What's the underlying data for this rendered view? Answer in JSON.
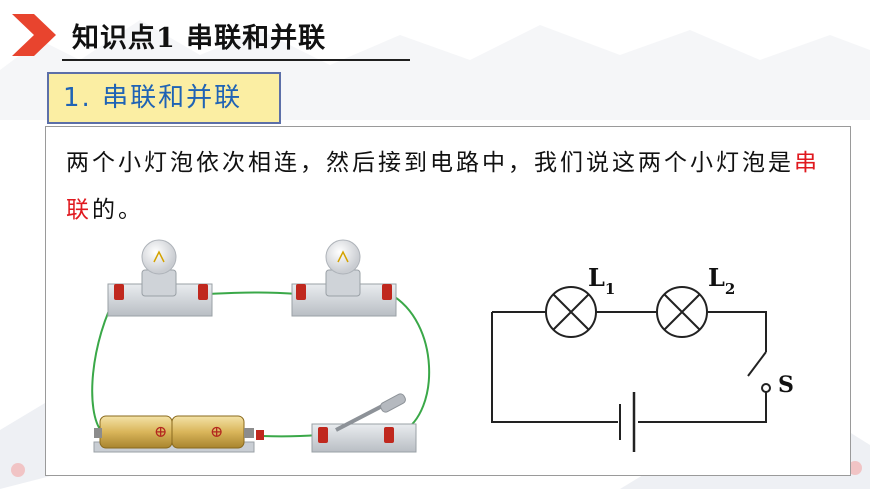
{
  "header": {
    "title": "知识点1  串联和并联"
  },
  "section": {
    "label": "1. 串联和并联"
  },
  "paragraph": {
    "before": "两个小灯泡依次相连，然后接到电路中，我们说这两个小灯泡是",
    "highlight": "串联",
    "after": "的。"
  },
  "schematic": {
    "lamp1": {
      "letter": "L",
      "sub": "1"
    },
    "lamp2": {
      "letter": "L",
      "sub": "2"
    },
    "switch_label": "S"
  },
  "battery_symbols": [
    "⊕",
    "⊕"
  ],
  "colors": {
    "accent_arrow": "#e8442e",
    "section_bg": "#fbeea3",
    "section_text": "#1f63b5",
    "highlight": "#e0191f",
    "wire": "#3aa848"
  }
}
